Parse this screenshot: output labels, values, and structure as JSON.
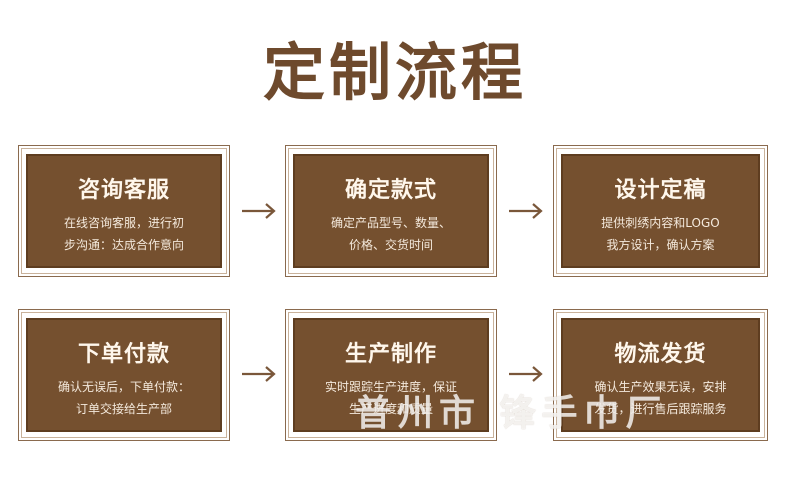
{
  "title": "定制流程",
  "steps": [
    {
      "heading": "咨询客服",
      "line1": "在线咨询客服，进行初",
      "line2": "步沟通：达成合作意向"
    },
    {
      "heading": "确定款式",
      "line1": "确定产品型号、数量、",
      "line2": "价格、交货时间"
    },
    {
      "heading": "设计定稿",
      "line1": "提供刺绣内容和LOGO",
      "line2": "我方设计，确认方案"
    },
    {
      "heading": "下单付款",
      "line1": "确认无误后，下单付款：",
      "line2": "订单交接给生产部"
    },
    {
      "heading": "生产制作",
      "line1": "实时跟踪生产进度，保证",
      "line2": "生产进度和质量"
    },
    {
      "heading": "物流发货",
      "line1": "确认生产效果无误，安排",
      "line2": "发货，进行售后跟踪服务"
    }
  ],
  "watermark": "普州市 锋手巾厂",
  "colors": {
    "brand": "#75502f",
    "title": "#6e4a2d"
  }
}
